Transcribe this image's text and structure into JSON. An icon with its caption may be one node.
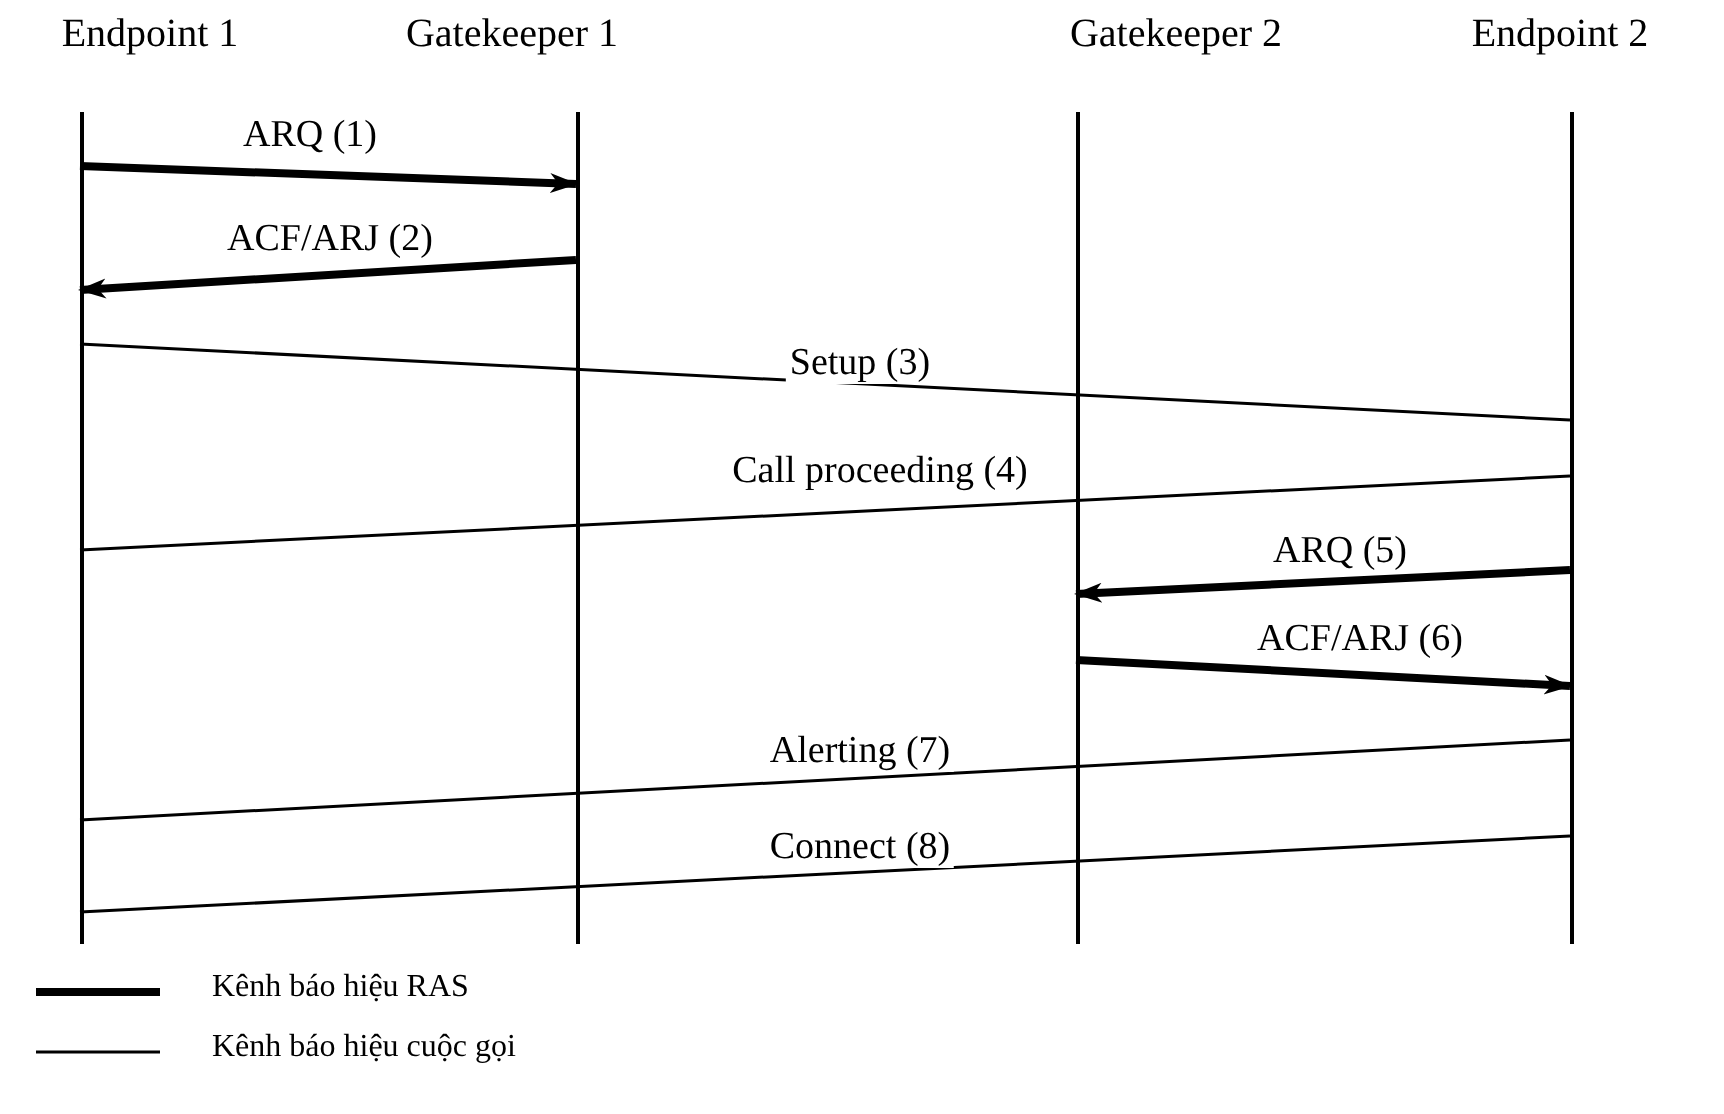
{
  "diagram": {
    "nodes": [
      {
        "text": [
          "Endpoint 1"
        ]
      },
      {
        "text": [
          "Gatekeeper 1"
        ]
      },
      {
        "text": [
          "Gatekeeper 2"
        ]
      },
      {
        "text": [
          "Endpoint 2"
        ]
      }
    ],
    "edges": [
      {
        "from": 0,
        "to": 1,
        "arrow": "to",
        "label": "ARQ (1)",
        "style": "thick"
      },
      {
        "from": 1,
        "to": 0,
        "arrow": "to",
        "label": "ACF/ARJ (2)",
        "style": "thick"
      },
      {
        "from": 0,
        "to": 3,
        "arrow": "none",
        "label": "Setup (3)"
      },
      {
        "from": 3,
        "to": 0,
        "arrow": "none",
        "label": "Call proceeding (4)"
      },
      {
        "from": 3,
        "to": 2,
        "arrow": "to",
        "label": "ARQ (5)",
        "style": "thick"
      },
      {
        "from": 2,
        "to": 3,
        "arrow": "to",
        "label": "ACF/ARJ (6)",
        "style": "thick"
      },
      {
        "from": 3,
        "to": 0,
        "arrow": "none",
        "label": "Alerting (7)"
      },
      {
        "from": 3,
        "to": 0,
        "arrow": "none",
        "label": "Connect (8)"
      }
    ],
    "legend": [
      {
        "text": "Kênh báo hiệu RAS"
      },
      {
        "text": "Kênh báo hiệu cuộc gọi"
      }
    ]
  }
}
